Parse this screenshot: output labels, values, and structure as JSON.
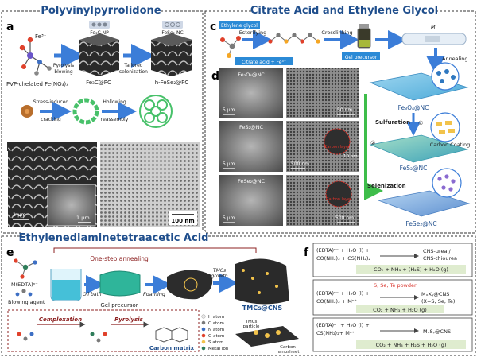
{
  "sections": {
    "top_left_title": "Polyvinylpyrrolidone",
    "top_right_title": "Citrate Acid and Ethylene Glycol",
    "bottom_title": "Ethylenediaminetetraacetic Acid"
  },
  "panel_a": {
    "letter": "a",
    "fe_ion": "Fe³⁺",
    "precursor": "PVP-chelated Fe(NO₃)₃",
    "step1": "Pyrolysis",
    "step1b": "blowing",
    "product1": "Fe₃C@PC",
    "np1": "Fe₃C NP",
    "step2": "Tailored",
    "step2b": "selenization",
    "product2": "h-FeSe₂@PC",
    "np2": "FeSe₂ NC",
    "step3": "Stress-induced",
    "step3b": "cracking",
    "step4": "Hollowing",
    "step4b": "reassembly"
  },
  "panel_b": {
    "letter": "b",
    "scale1": "1 μm",
    "scale2": "1 μm",
    "scale3": "100 nm"
  },
  "panel_c": {
    "letter": "c",
    "ethylene_glycol": "Ethylene glycol",
    "esterifying": "Esterifying",
    "crosslinking": "Crosslinking",
    "citrate": "Citrate acid + Fe³⁺",
    "gel": "Gel precursor",
    "m_label": "M",
    "annealing": "Annealing",
    "fe3o4": "Fe₃O₄@NC",
    "sulfuration": "Sulfuration",
    "step1": "①",
    "step2": "②",
    "carbon_coating": "Carbon Coating",
    "fes2": "FeS₂@NC",
    "selenization": "Selenization",
    "fese2": "FeSe₂@NC"
  },
  "panel_d": {
    "letter": "d",
    "row1": "Fe₃O₄@NC",
    "row2": "FeS₂@NC",
    "row3": "FeSe₂@NC",
    "s1": "5 μm",
    "s2": "50 nm",
    "s3": "5 μm",
    "s4": "500 nm",
    "s5": "10 nm",
    "s6": "5 μm",
    "s7": "500 nm",
    "carbon_layer": "Carbon layer",
    "carbon_layer2": "Carbon layer"
  },
  "panel_e": {
    "letter": "e",
    "annealing": "One-step annealing",
    "medta": "M(EDTA)ⁿ⁻",
    "blowing": "Blowing agent",
    "oil_bath": "Oil bath",
    "gel": "Gel precursor",
    "foaming": "Foaming",
    "tmcs_growth1": "TMCs",
    "tmcs_growth2": "growth",
    "tmcs_cns": "TMCs@CNS",
    "complexation": "Complexation",
    "pyrolysis": "Pyrolysis",
    "carbon_matrix": "Carbon matrix",
    "legend": [
      "H atom",
      "C atom",
      "N atom",
      "O atom",
      "S atom",
      "Metal ion"
    ],
    "tmcs_particle1": "TMCs",
    "tmcs_particle2": "particle",
    "carbon_nanosheet1": "Carbon",
    "carbon_nanosheet2": "nanosheet"
  },
  "panel_f": {
    "letter": "f",
    "box1_l1": "(EDTA)ⁿ⁻ + H₂O (l) +",
    "box1_l2": "CO(NH₂)₂ + CS(NH₂)₂",
    "box1_right": "CNS-urea /",
    "box1_right2": "CNS-thiourea",
    "box1_products": "CO₂ + NH₃ + (H₂S) + H₂O (g)",
    "box2_top": "S, Se, Te powder",
    "box2_l1": "(EDTA)ⁿ⁻ + H₂O (l) +",
    "box2_l2": "CO(NH₂)₂ + Mⁿ⁺",
    "box2_right": "MₓXᵧ@CNS",
    "box2_right2": "(X=S, Se, Te)",
    "box2_products": "CO₂ + NH₃ + H₂O (g)",
    "box3_l1": "(EDTA)ⁿ⁻ + H₂O (l) +",
    "box3_l2": "CS(NH₂)₂+ Mⁿ⁺",
    "box3_right": "MₓSᵧ@CNS",
    "box3_products": "CO₂ + NH₃ + H₂S + H₂O (g)"
  },
  "colors": {
    "title_blue": "#1f4e8c",
    "frame": "#333333",
    "arrow_blue": "#3b7dd8",
    "green": "#3ebd4a",
    "label_bg": "#2b8ad6",
    "highlight_red": "#d8322a"
  }
}
